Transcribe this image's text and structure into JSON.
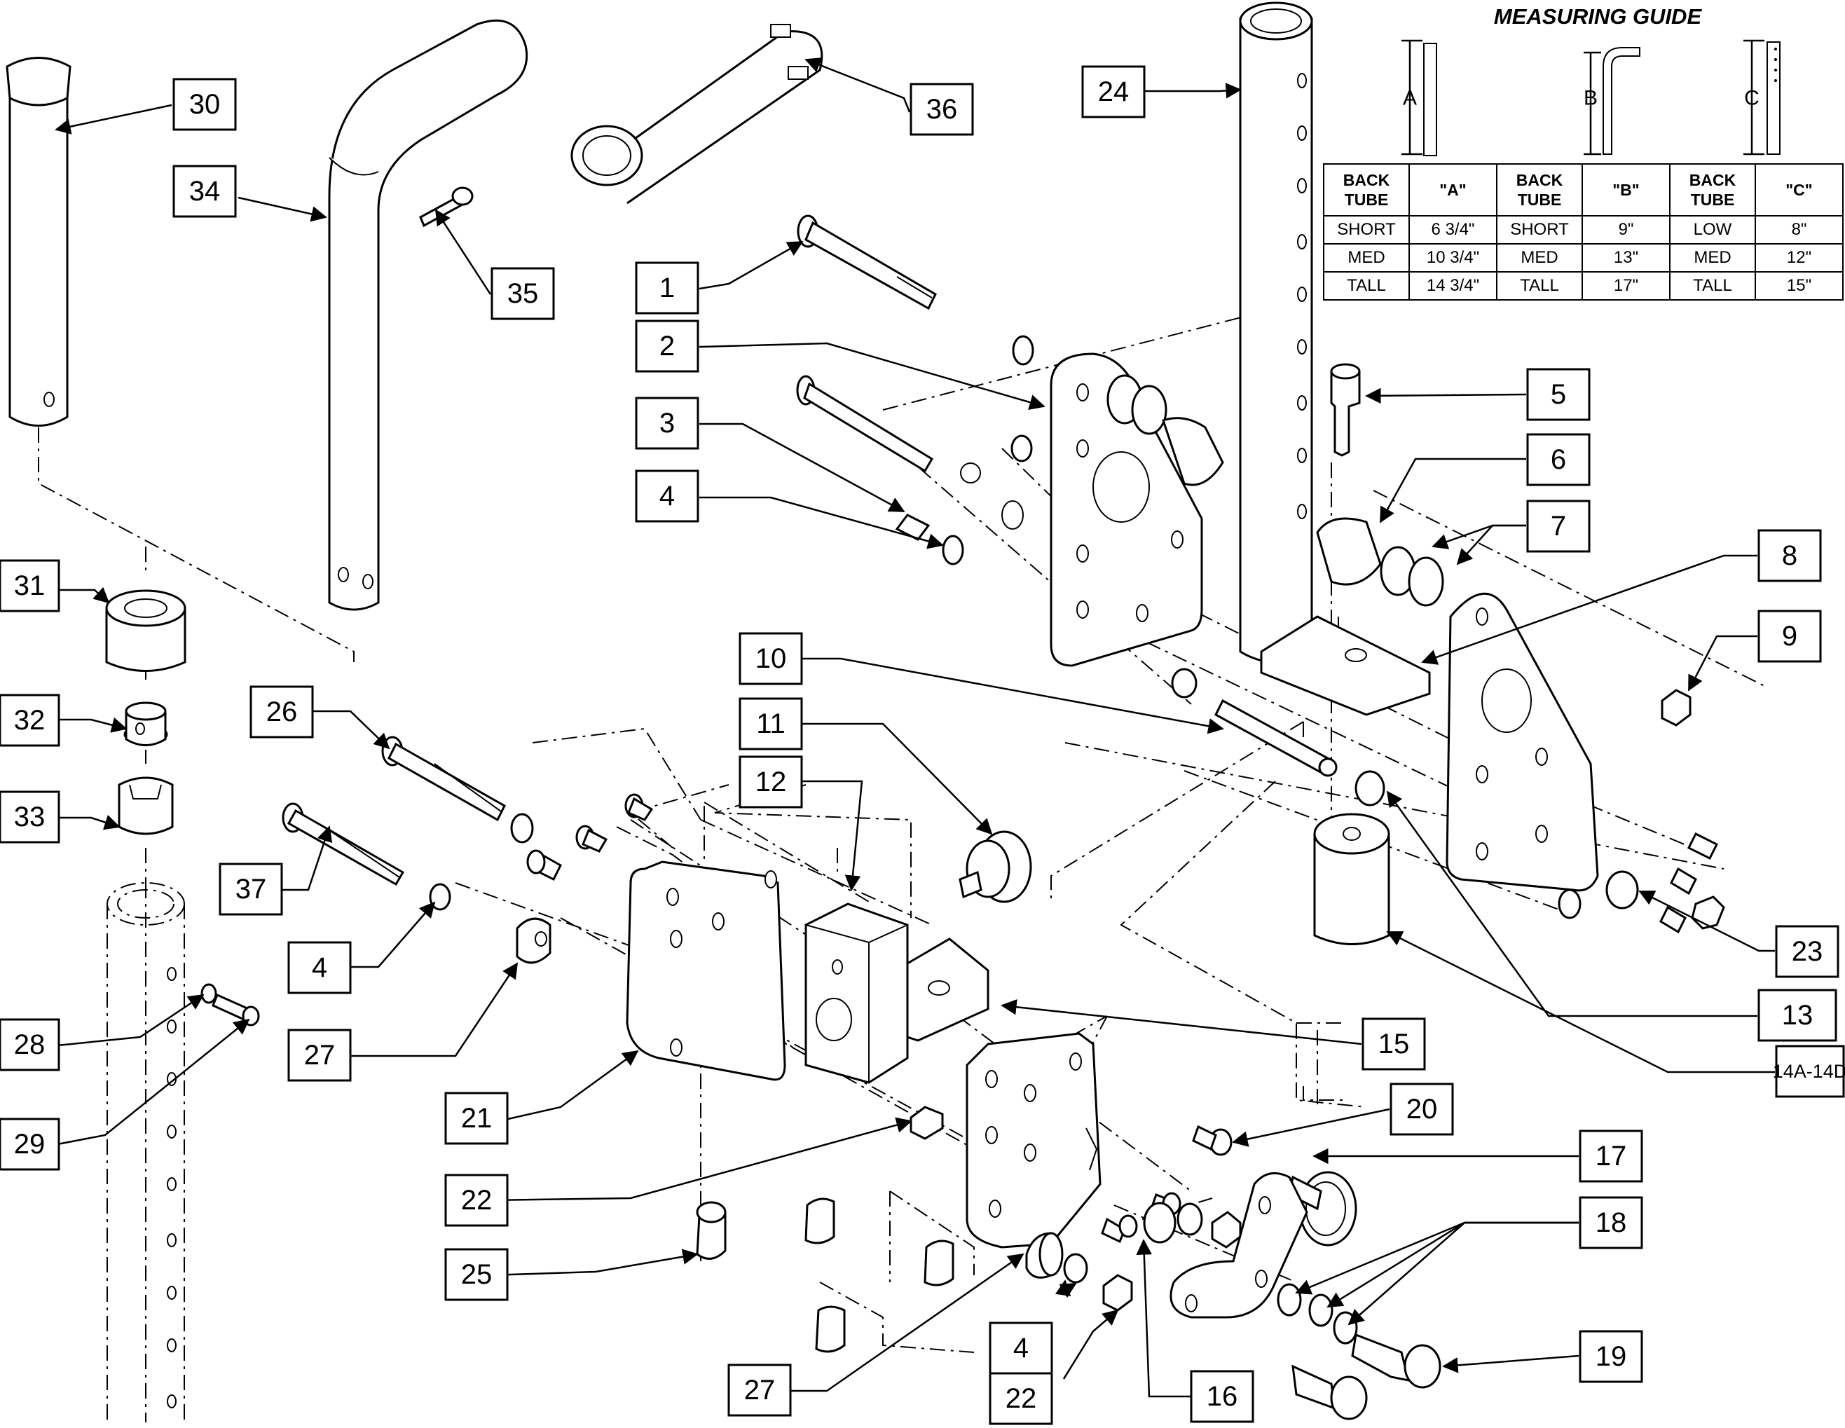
{
  "measuring_guide": {
    "title": "MEASURING GUIDE",
    "letters": [
      "A",
      "B",
      "C"
    ],
    "headers": [
      [
        "BACK",
        "TUBE"
      ],
      [
        "\"A\""
      ],
      [
        "BACK",
        "TUBE"
      ],
      [
        "\"B\""
      ],
      [
        "BACK",
        "TUBE"
      ],
      [
        "\"C\""
      ]
    ],
    "rows": [
      [
        "SHORT",
        "6 3/4\"",
        "SHORT",
        "9\"",
        "LOW",
        "8\""
      ],
      [
        "MED",
        "10 3/4\"",
        "MED",
        "13\"",
        "MED",
        "12\""
      ],
      [
        "TALL",
        "14 3/4\"",
        "TALL",
        "17\"",
        "TALL",
        "15\""
      ]
    ]
  },
  "callouts": {
    "c30": "30",
    "c34": "34",
    "c35": "35",
    "c36": "36",
    "c24": "24",
    "c1": "1",
    "c2": "2",
    "c3": "3",
    "c4a": "4",
    "c5": "5",
    "c6": "6",
    "c7": "7",
    "c8": "8",
    "c9": "9",
    "c10": "10",
    "c11": "11",
    "c12": "12",
    "c31": "31",
    "c32": "32",
    "c33": "33",
    "c26": "26",
    "c37": "37",
    "c4b": "4",
    "c27a": "27",
    "c28": "28",
    "c29": "29",
    "c21": "21",
    "c22a": "22",
    "c25": "25",
    "c4c": "4",
    "c27b": "27",
    "c22b": "22",
    "c16": "16",
    "c15": "15",
    "c20": "20",
    "c17": "17",
    "c18": "18",
    "c19": "19",
    "c23": "23",
    "c13": "13",
    "c14": "14A-14D"
  }
}
